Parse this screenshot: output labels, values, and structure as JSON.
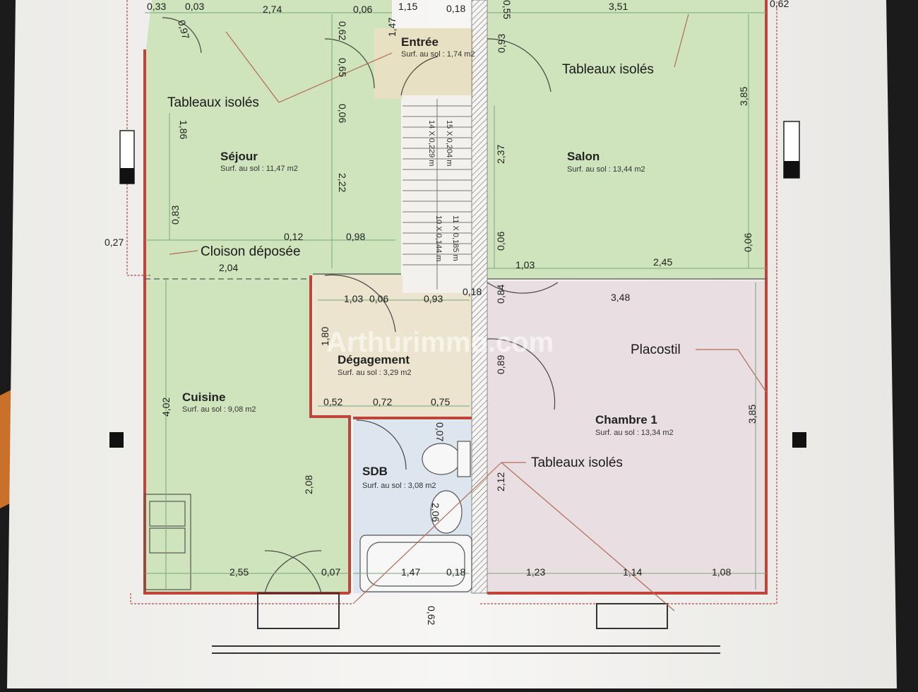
{
  "image": {
    "description_name": "floor-plan-photo",
    "colors": {
      "paper": "#f4f3f1",
      "green_rooms": "#cfe4bd",
      "pink_rooms": "#e9dfe3",
      "beige_rooms": "#ece4cf",
      "blue_rooms": "#dde6ee",
      "wall_red": "#c0443a",
      "dim_line": "#7aa37a"
    }
  },
  "rooms": {
    "entree": {
      "name": "Entrée",
      "area": "Surf. au sol : 1,74 m2"
    },
    "sejour": {
      "name": "Séjour",
      "area": "Surf. au sol : 11,47 m2"
    },
    "salon": {
      "name": "Salon",
      "area": "Surf. au sol : 13,44 m2"
    },
    "degagement": {
      "name": "Dégagement",
      "area": "Surf. au sol : 3,29 m2"
    },
    "cuisine": {
      "name": "Cuisine",
      "area": "Surf. au sol : 9,08 m2"
    },
    "chambre1": {
      "name": "Chambre 1",
      "area": "Surf. au sol : 13,34 m2"
    },
    "sdb": {
      "name": "SDB",
      "area": "Surf. au sol : 3,08 m2"
    }
  },
  "notes": {
    "tableaux_1": "Tableaux isolés",
    "tableaux_2": "Tableaux isolés",
    "tableaux_3": "Tableaux isolés",
    "cloison": "Cloison déposée",
    "placostil": "Placostil"
  },
  "stairs": {
    "line1": "15 X 0,204 m",
    "line2": "14 X 0,229 m",
    "line3": "11 X 0,185 m",
    "line4": "10 X 0,144 m"
  },
  "dimensions": {
    "d_033": "0,33",
    "d_003": "0,03",
    "d_274": "2,74",
    "d_062a": "0,62",
    "d_006a": "0,06",
    "d_115": "1,15",
    "d_018a": "0,18",
    "d_055": "0,55",
    "d_351": "3,51",
    "d_062b": "0,62",
    "d_097": "0,97",
    "d_147": "1,47",
    "d_065": "0,65",
    "d_093a": "0,93",
    "d_006b": "0,06",
    "d_186": "1,86",
    "d_385a": "3,85",
    "d_222": "2,22",
    "d_237": "2,37",
    "d_027": "0,27",
    "d_083": "0,83",
    "d_012": "0,12",
    "d_098": "0,98",
    "d_204": "2,04",
    "d_006c": "0,06",
    "d_103a": "1,03",
    "d_245": "2,45",
    "d_006d": "0,06",
    "d_103b": "1,03",
    "d_006e": "0,06",
    "d_093b": "0,93",
    "d_018b": "0,18",
    "d_348": "3,48",
    "d_084": "0,84",
    "d_180": "1,80",
    "d_089": "0,89",
    "d_052": "0,52",
    "d_072": "0,72",
    "d_075": "0,75",
    "d_402": "4,02",
    "d_007a": "0,07",
    "d_385b": "3,85",
    "d_208": "2,08",
    "d_206": "2,06",
    "d_212": "2,12",
    "d_255": "2,55",
    "d_007b": "0,07",
    "d_147b": "1,47",
    "d_018c": "0,18",
    "d_123": "1,23",
    "d_114": "1,14",
    "d_108": "1,08",
    "d_062c": "0,62"
  },
  "watermark": "Arthurimmo.com"
}
